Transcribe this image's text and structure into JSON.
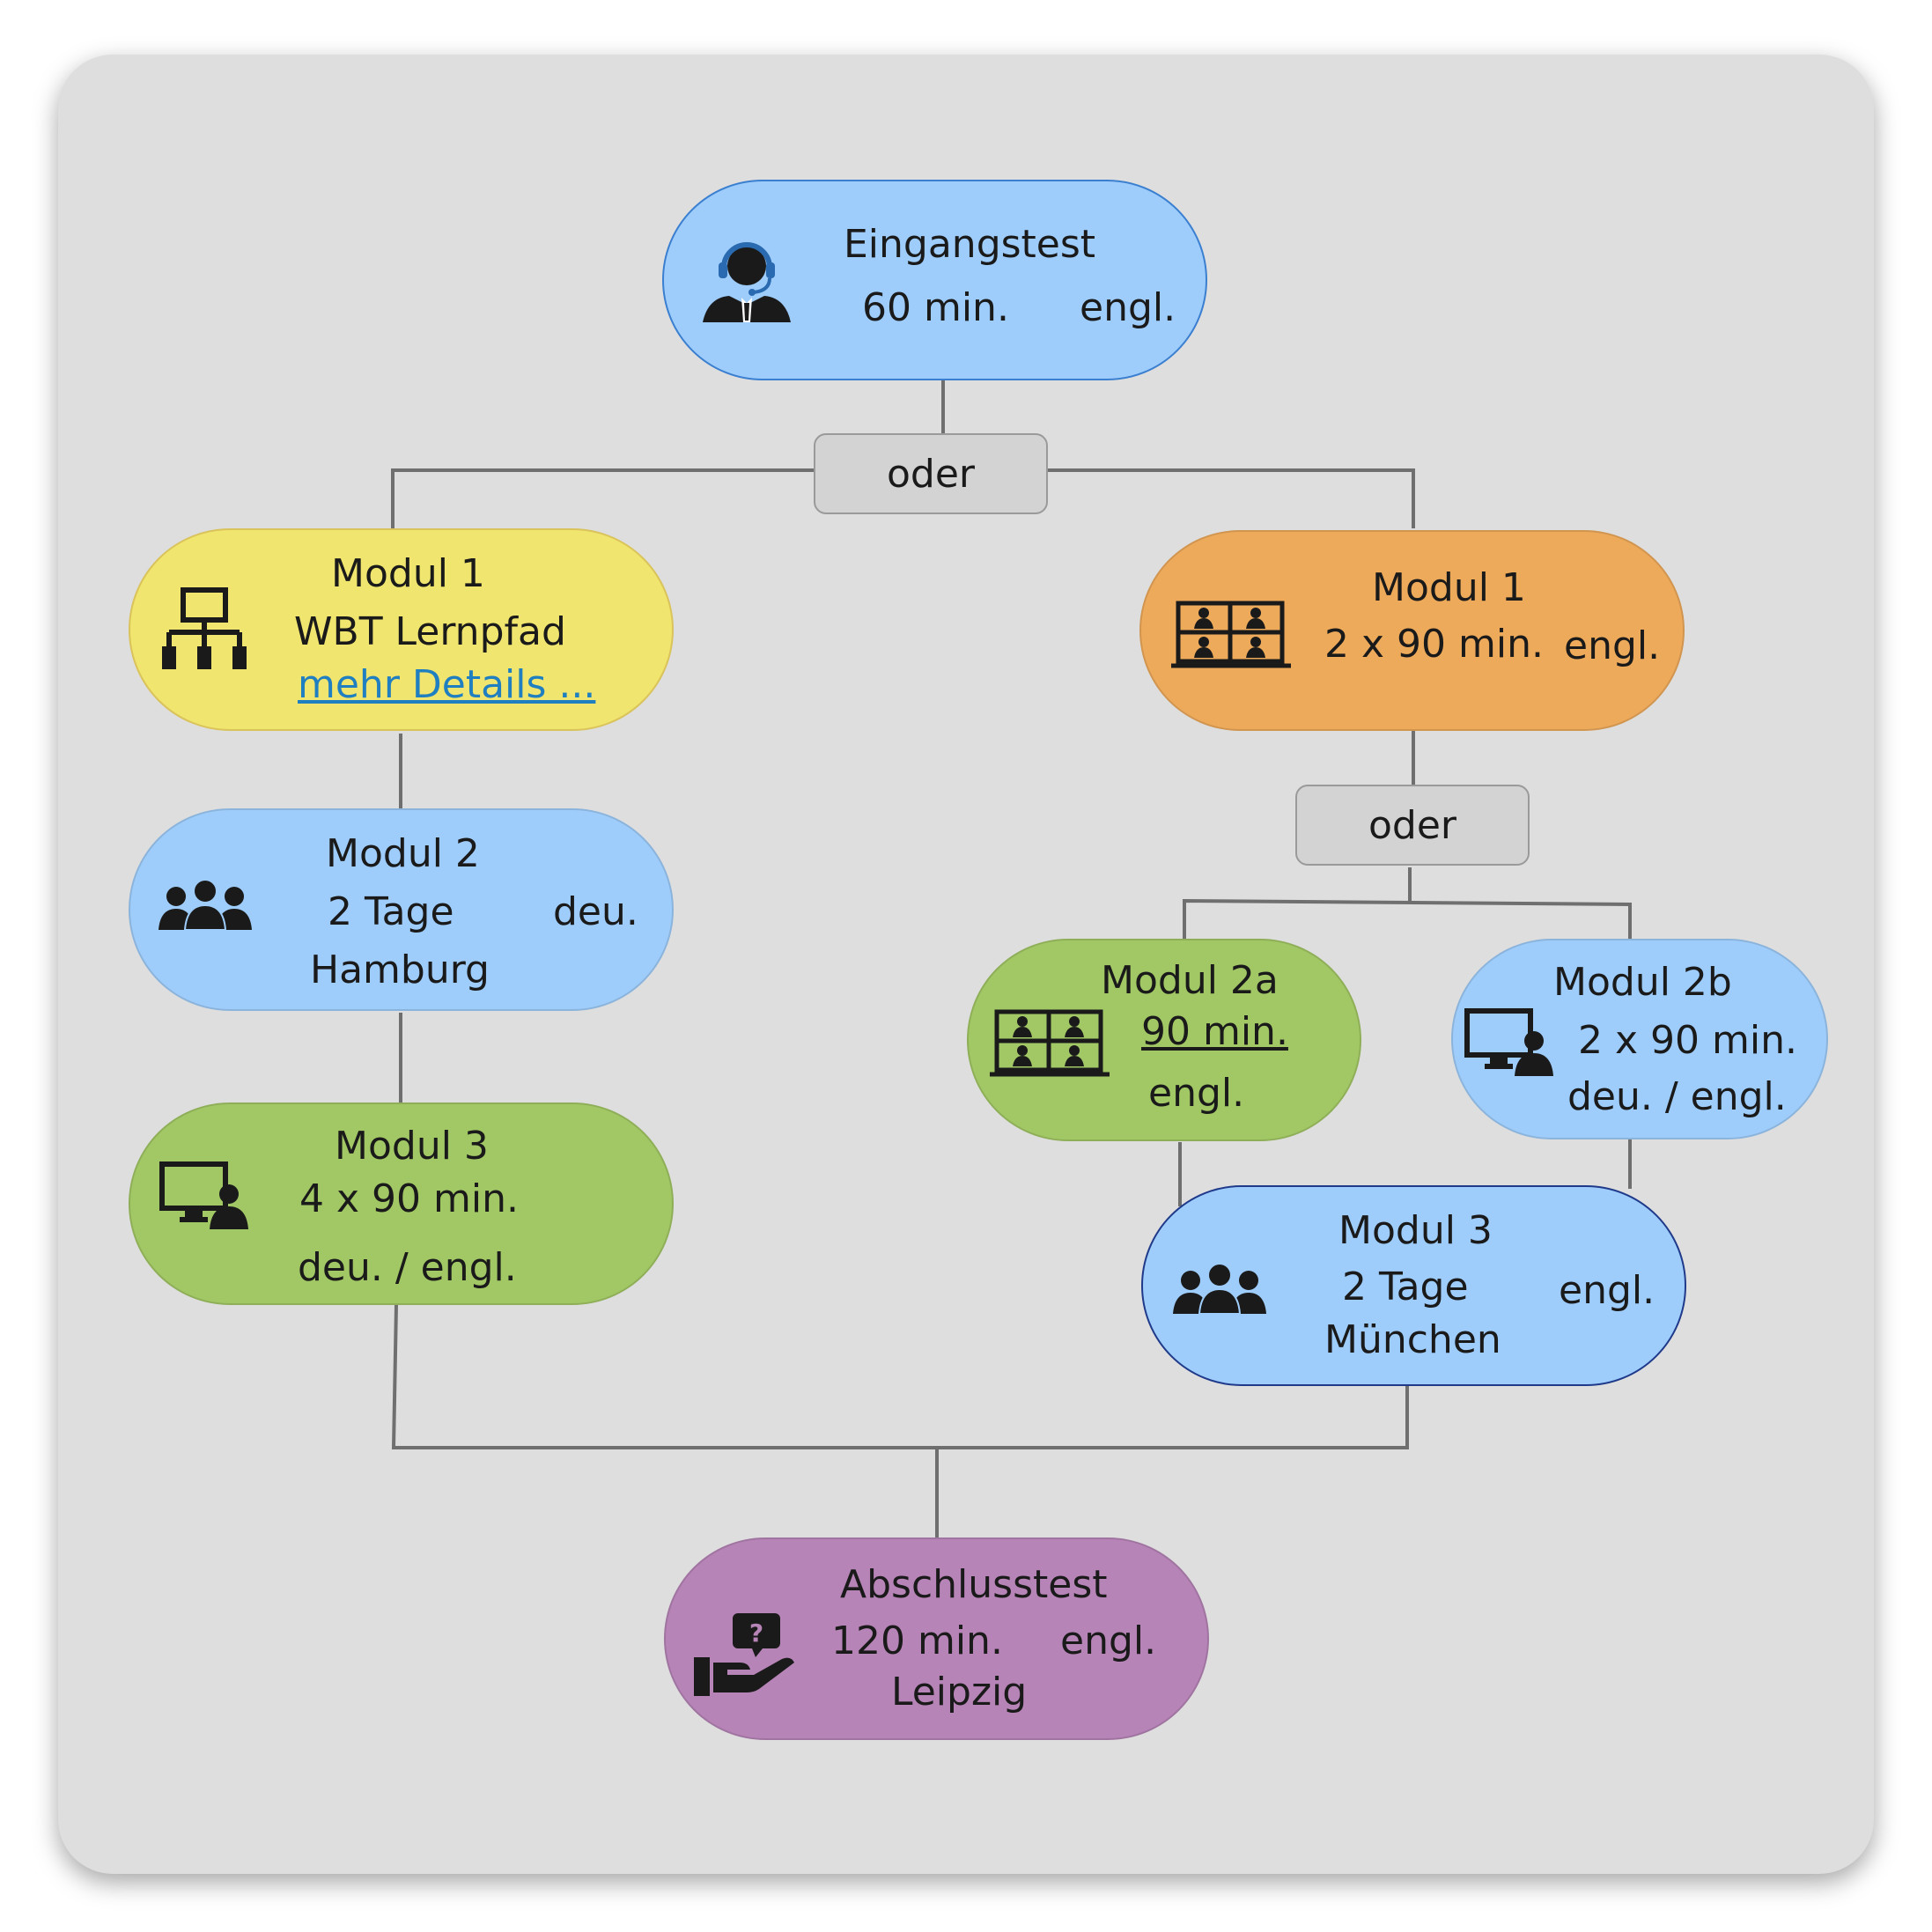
{
  "connector_label": "oder",
  "nodes": {
    "eingangstest": {
      "title": "Eingangstest",
      "duration": "60 min.",
      "language": "engl.",
      "icon": "headset-agent-icon",
      "color": "#9fcdfb"
    },
    "left_modul1": {
      "title": "Modul 1",
      "subtitle": "WBT Lernpfad",
      "link": "mehr Details ...",
      "icon": "sitemap-icon",
      "color": "#f0e56e"
    },
    "left_modul2": {
      "title": "Modul 2",
      "duration": "2 Tage",
      "language": "deu.",
      "location": "Hamburg",
      "icon": "group-icon",
      "color": "#9fcdfb"
    },
    "left_modul3": {
      "title": "Modul 3",
      "duration": "4 x 90 min.",
      "language": "deu. /  engl.",
      "icon": "monitor-person-icon",
      "color": "#a2c865"
    },
    "right_modul1": {
      "title": "Modul 1",
      "duration": "2 x 90 min.",
      "language": "engl.",
      "icon": "video-conference-icon",
      "color": "#eeaa5b"
    },
    "modul2a": {
      "title": "Modul 2a",
      "duration": "90 min.",
      "language": "engl.",
      "icon": "video-conference-icon",
      "color": "#a2c865"
    },
    "modul2b": {
      "title": "Modul 2b",
      "duration": "2 x 90 min.",
      "language": "deu. / engl.",
      "icon": "monitor-person-icon",
      "color": "#9fcdfb"
    },
    "right_modul3": {
      "title": "Modul 3",
      "duration": "2 Tage",
      "language": "engl.",
      "location": "München",
      "icon": "group-icon",
      "color": "#9fcdfb"
    },
    "abschlusstest": {
      "title": "Abschlusstest",
      "duration": "120 min.",
      "language": "engl.",
      "location": "Leipzig",
      "icon": "hand-question-icon",
      "color": "#b784b7"
    }
  }
}
